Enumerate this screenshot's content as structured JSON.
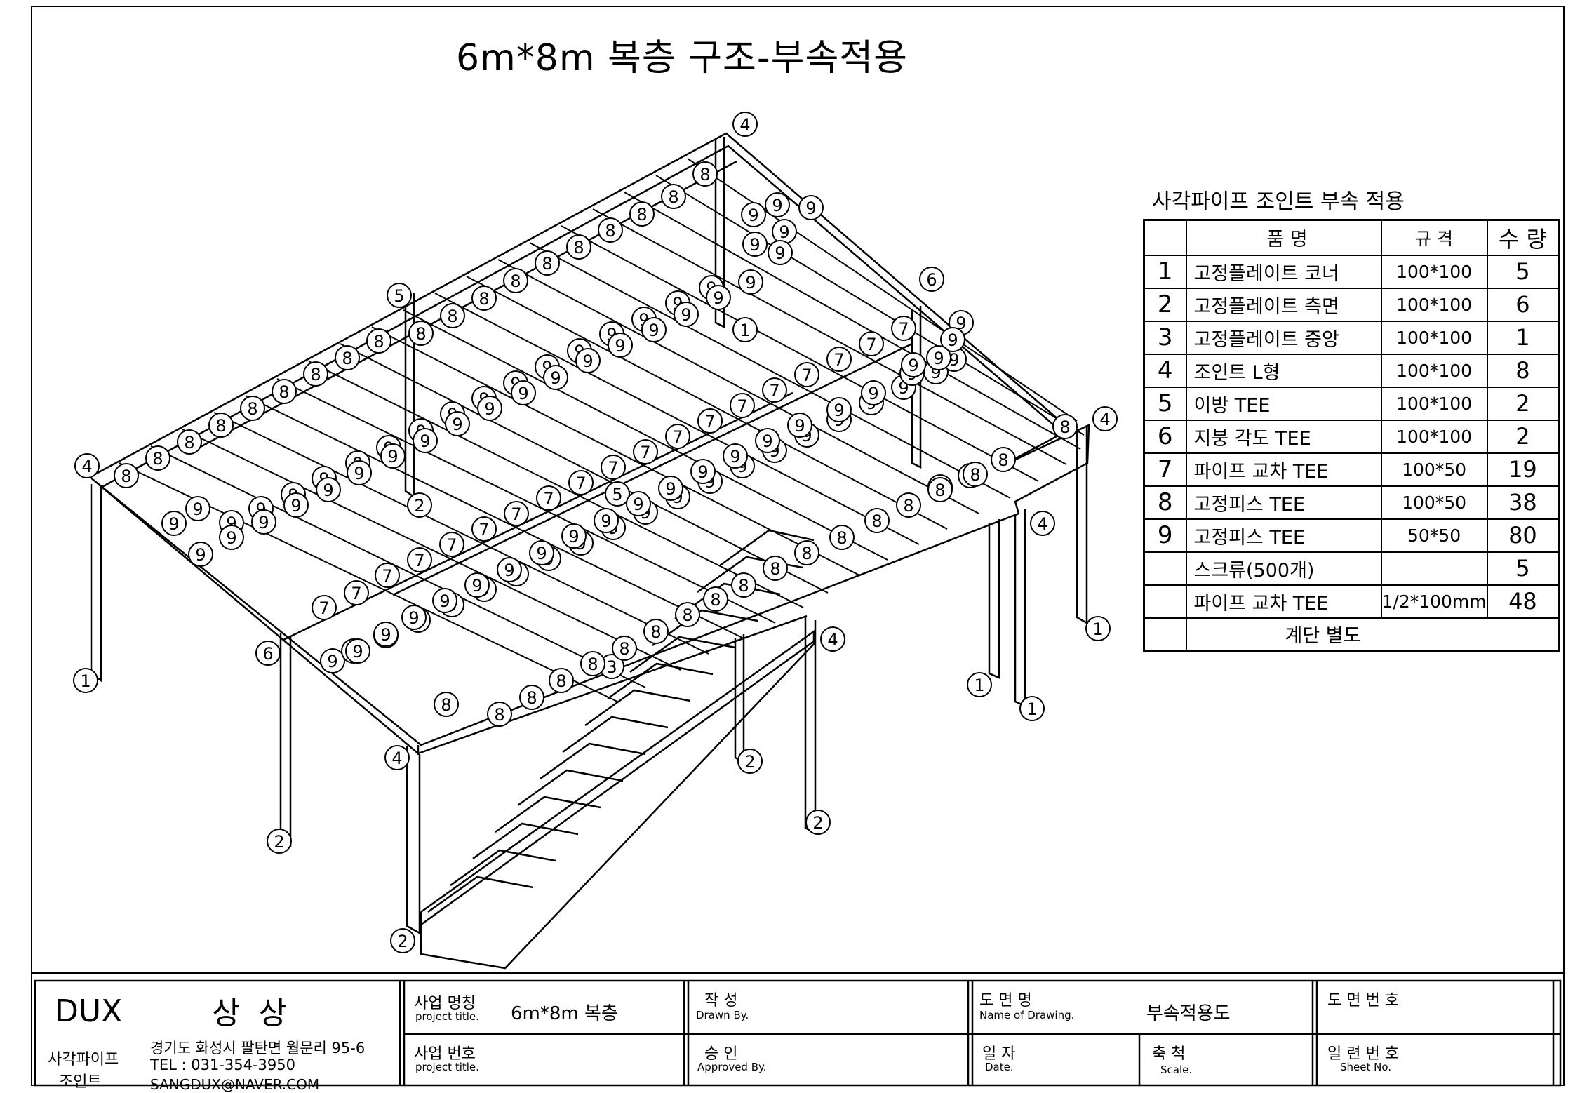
{
  "drawing": {
    "title": "6m*8m 복층 구조-부속적용",
    "callout_values": [
      "1",
      "2",
      "3",
      "4",
      "5",
      "6",
      "7",
      "8",
      "9"
    ]
  },
  "parts_table": {
    "title": "사각파이프 조인트 부속 적용",
    "headers": {
      "name": "품          명",
      "spec": "규    격",
      "qty": "수  량"
    },
    "rows": [
      {
        "no": "1",
        "name": "고정플레이트 코너",
        "spec": "100*100",
        "qty": "5"
      },
      {
        "no": "2",
        "name": "고정플레이트 측면",
        "spec": "100*100",
        "qty": "6"
      },
      {
        "no": "3",
        "name": "고정플레이트 중앙",
        "spec": "100*100",
        "qty": "1"
      },
      {
        "no": "4",
        "name": "조인트 L형",
        "spec": "100*100",
        "qty": "8"
      },
      {
        "no": "5",
        "name": "이방 TEE",
        "spec": "100*100",
        "qty": "2"
      },
      {
        "no": "6",
        "name": "지붕 각도 TEE",
        "spec": "100*100",
        "qty": "2"
      },
      {
        "no": "7",
        "name": "파이프 교차 TEE",
        "spec": "100*50",
        "qty": "19"
      },
      {
        "no": "8",
        "name": "고정피스 TEE",
        "spec": "100*50",
        "qty": "38"
      },
      {
        "no": "9",
        "name": "고정피스 TEE",
        "spec": "50*50",
        "qty": "80"
      },
      {
        "no": "",
        "name": "스크류(500개)",
        "spec": "",
        "qty": "5"
      },
      {
        "no": "",
        "name": "파이프 교차 TEE",
        "spec": "1/2*100mm",
        "qty": "48"
      }
    ],
    "footer_note": "계단 별도"
  },
  "title_block": {
    "company": "DUX",
    "company_name": "상 상",
    "company_sub1": "사각파이프",
    "company_sub2": "조인트",
    "address": "경기도 화성시 팔탄면 월문리 95-6",
    "tel": "TEL : 031-354-3950",
    "email": "SANGDUX@NAVER.COM",
    "project_name_label": "사업 명칭",
    "project_name_sub": "project title.",
    "project_name_value": "6m*8m 복층",
    "drawn_label": "작    성",
    "drawn_sub": "Drawn By.",
    "drawing_name_label": "도  면  명",
    "drawing_name_sub": "Name of Drawing.",
    "drawing_name_value": "부속적용도",
    "drawing_no_label": "도 면 번 호",
    "project_no_label": "사업 번호",
    "project_no_sub": "project title.",
    "approved_label": "승    인",
    "approved_sub": "Approved By.",
    "date_label": "일  자",
    "date_sub": "Date.",
    "scale_label": "축  척",
    "scale_sub": "Scale.",
    "sheet_label": "일 련 번 호",
    "sheet_sub": "Sheet No."
  }
}
